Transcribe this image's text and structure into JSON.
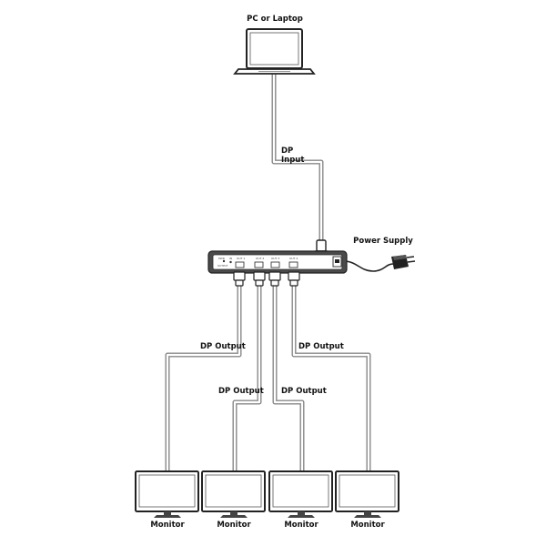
{
  "source": {
    "label": "PC or Laptop"
  },
  "input_cable": {
    "label_line1": "DP",
    "label_line2": "Input"
  },
  "power": {
    "label": "Power Supply"
  },
  "splitter": {
    "left_labels": [
      "PWR",
      "IN",
      "OUTPUT"
    ],
    "port_labels": [
      "OUT 1",
      "OUT 2",
      "OUT 3",
      "OUT 4"
    ]
  },
  "outputs": [
    {
      "cable_label": "DP Output",
      "monitor_label": "Monitor"
    },
    {
      "cable_label": "DP Output",
      "monitor_label": "Monitor"
    },
    {
      "cable_label": "DP Output",
      "monitor_label": "Monitor"
    },
    {
      "cable_label": "DP Output",
      "monitor_label": "Monitor"
    }
  ],
  "colors": {
    "cable": "#888888",
    "cable_core": "#ffffff",
    "device": "#4a4a4a",
    "outline": "#222222"
  }
}
